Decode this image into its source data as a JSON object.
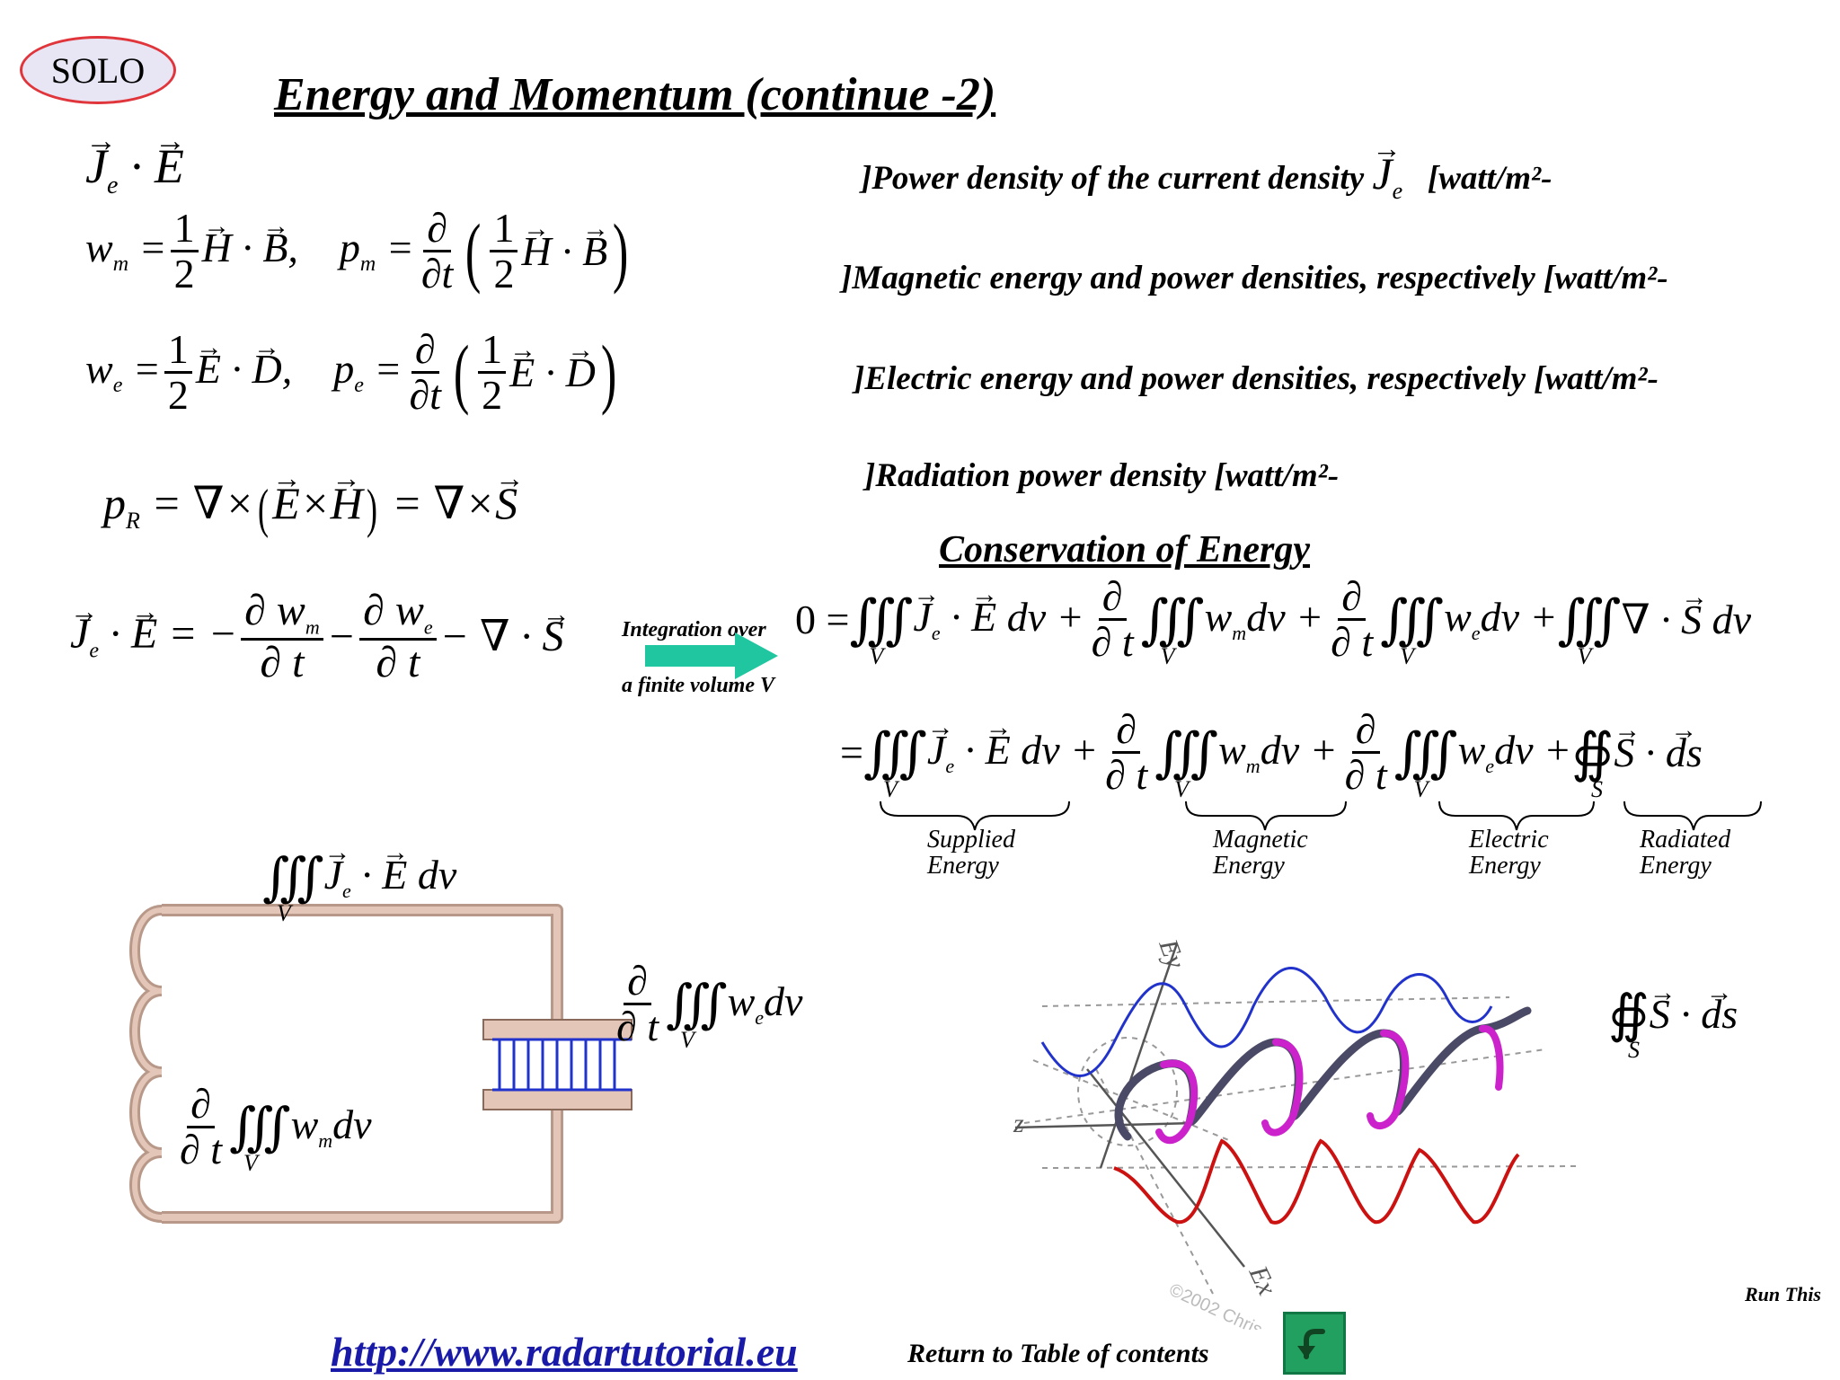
{
  "badge": {
    "label": "SOLO"
  },
  "title": "Energy and Momentum (continue -2)",
  "descriptions": {
    "power_density": "]Power density of the current density",
    "power_density_unit": "[watt/m²-",
    "magnetic": "]Magnetic energy and power densities, respectively [watt/m²-",
    "electric": "]Electric energy and power densities, respectively [watt/m²-",
    "radiation": "]Radiation power density [watt/m²-"
  },
  "conservation_heading": "Conservation of Energy",
  "arrow": {
    "label_top": "Integration over",
    "label_bottom": "a finite volume V"
  },
  "brace_labels": {
    "supplied": [
      "Supplied",
      "Energy"
    ],
    "magnetic": [
      "Magnetic",
      "Energy"
    ],
    "electric": [
      "Electric",
      "Energy"
    ],
    "radiated": [
      "Radiated",
      "Energy"
    ]
  },
  "wave_axes": {
    "z": "z",
    "ey": "Ey",
    "ex": "Ex",
    "copyright": "©2002 Chris"
  },
  "footer": {
    "url": "http://www.radartutorial.eu",
    "return_label": "Return to Table of contents",
    "run_this": "Run This"
  },
  "colors": {
    "badge_fill": "#e8e6f4",
    "badge_border": "#e0353b",
    "arrow": "#1fc6a0",
    "wire": "#d9b8a8",
    "capacitor_dielectric": "#2233cc",
    "wave_blue": "#2233cc",
    "wave_red": "#cc1111",
    "wave_magenta": "#cc22cc",
    "wave_dark": "#4a4a66",
    "return_button": "#22a060",
    "link": "#1a1aa8"
  },
  "icons": {
    "return": "return-arrow-icon",
    "flow": "flow-arrow-icon"
  }
}
